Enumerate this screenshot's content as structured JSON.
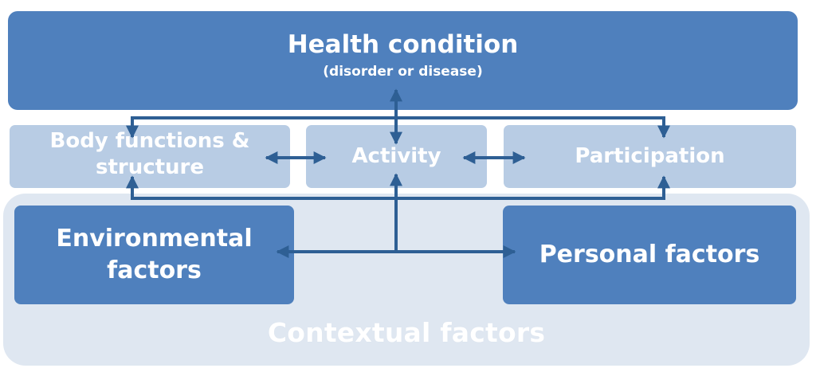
{
  "health": {
    "title": "Health condition",
    "subtitle": "(disorder or disease)"
  },
  "body_functions": {
    "line1": "Body functions &",
    "line2": "structure"
  },
  "activity": {
    "label": "Activity"
  },
  "participation": {
    "label": "Participation"
  },
  "environmental": {
    "line1": "Environmental",
    "line2": "factors"
  },
  "personal": {
    "label": "Personal factors"
  },
  "contextual": {
    "label": "Contextual factors"
  },
  "colors": {
    "dark_box": "#4f80bd",
    "light_box": "#b8cce4",
    "context_bg": "#dfe7f1",
    "arrow": "#2e5f94",
    "text": "#ffffff"
  }
}
